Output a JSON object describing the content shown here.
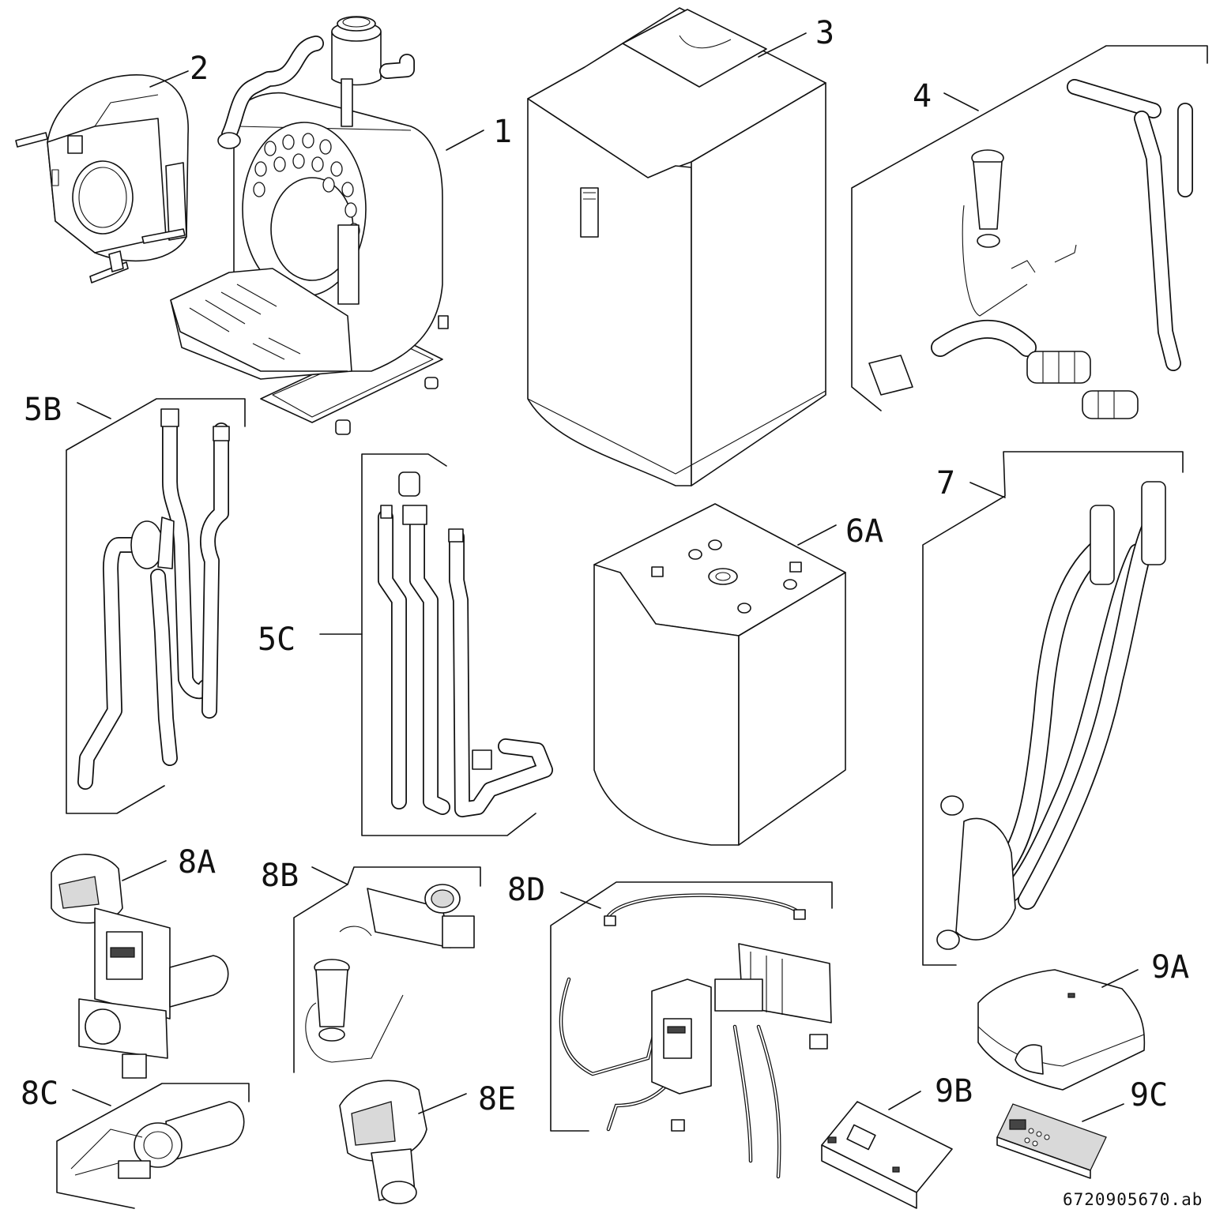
{
  "callouts": {
    "c1": "1",
    "c2": "2",
    "c3": "3",
    "c4": "4",
    "c5b": "5B",
    "c5c": "5C",
    "c6a": "6A",
    "c7": "7",
    "c8a": "8A",
    "c8b": "8B",
    "c8c": "8C",
    "c8d": "8D",
    "c8e": "8E",
    "c9a": "9A",
    "c9b": "9B",
    "c9c": "9C"
  },
  "document_number": "6720905670.ab"
}
